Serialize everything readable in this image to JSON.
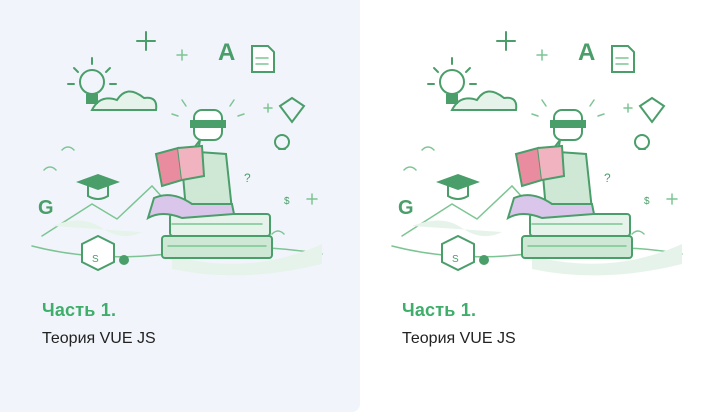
{
  "colors": {
    "accent_green": "#3fae6b",
    "line_green": "#4a9e6a",
    "soft_green": "#cfe8d6",
    "book_pink": "#e98ca0",
    "pants_lilac": "#d9c6ea",
    "left_card_bg": "#f1f5fb"
  },
  "cards": [
    {
      "part_label": "Часть 1.",
      "title": "Теория VUE JS",
      "illustration_icon": "student-reading-on-books-icon"
    },
    {
      "part_label": "Часть 1.",
      "title": "Теория VUE JS",
      "illustration_icon": "student-reading-on-books-icon"
    }
  ]
}
